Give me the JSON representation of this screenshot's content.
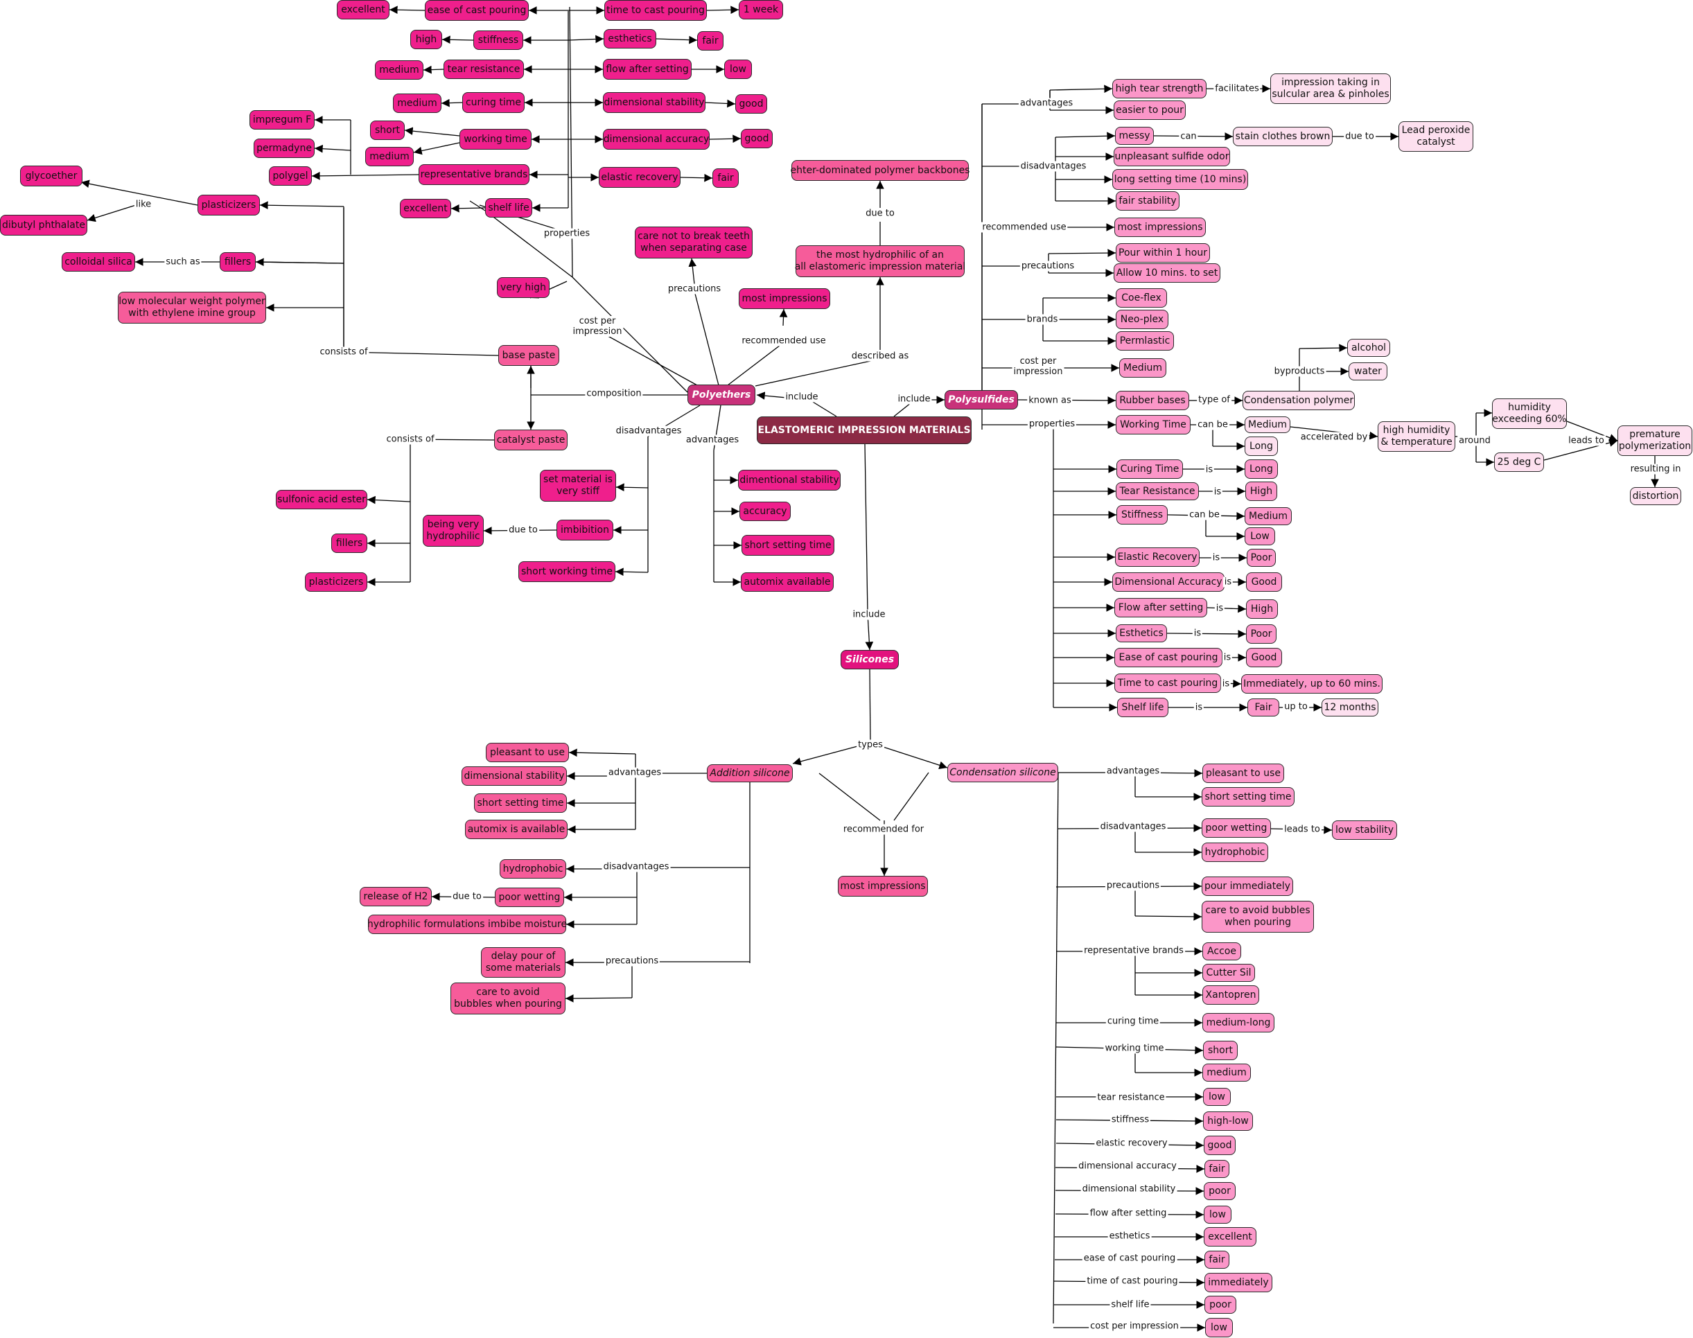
{
  "central": "ELASTOMERIC IMPRESSION MATERIALS",
  "links": {
    "include": "include",
    "composition": "composition",
    "consists_of": "consists of",
    "like": "like",
    "such_as": "such as",
    "properties": "properties",
    "cost_per_impression": "cost per\nimpression",
    "precautions": "precautions",
    "recommended_use": "recommended use",
    "described_as": "described as",
    "due_to": "due to",
    "disadvantages": "disadvantages",
    "advantages": "advantages",
    "brands": "brands",
    "known_as": "known as",
    "type_of": "type of",
    "byproducts": "byproducts",
    "can_be": "can be",
    "accelerated_by": "accelerated by",
    "around": "around",
    "leads_to": "leads to",
    "resulting_in": "resulting in",
    "is": "is",
    "up_to": "up to",
    "facilitates": "facilitates",
    "can": "can",
    "types": "types",
    "recommended_for": "recommended for",
    "representative_brands": "representative brands",
    "curing_time": "curing time",
    "working_time": "working time",
    "tear_resistance": "tear resistance",
    "stiffness": "stiffness",
    "elastic_recovery": "elastic recovery",
    "dimensional_accuracy": "dimensional accuracy",
    "dimensional_stability": "dimensional stability",
    "flow_after_setting": "flow after setting",
    "esthetics": "esthetics",
    "ease_of_cast_pouring": "ease of cast pouring",
    "time_of_cast_pouring": "time of cast pouring",
    "shelf_life": "shelf life",
    "cost_per_impression_l": "cost per impression"
  },
  "polyethers": {
    "title": "Polyethers",
    "base_paste": "base paste",
    "catalyst_paste": "catalyst paste",
    "plasticizers": "plasticizers",
    "glycoether": "glycoether",
    "dibutyl": "dibutyl phthalate",
    "fillers": "fillers",
    "colloidal_silica": "colloidal silica",
    "low_mw": "low molecular weight polymer\nwith ethylene imine group",
    "sulfonic": "sulfonic acid ester",
    "cat_fillers": "fillers",
    "cat_plasticizers": "plasticizers",
    "very_high": "very high",
    "care_teeth": "care not to break teeth\nwhen separating case",
    "most_impressions": "most impressions",
    "ehter": "ehter-dominated polymer backbones",
    "hydrophilic": "the most hydrophilic of an\nall elastomeric impression material",
    "set_stiff": "set material is\nvery stiff",
    "imbibition": "imbibition",
    "being_hydrophilic": "being very\nhydrophilic",
    "short_working": "short working time",
    "dim_stability": "dimentional stability",
    "accuracy": "accuracy",
    "short_setting": "short setting time",
    "automix": "automix available",
    "props": {
      "ease_cast": "ease of cast pouring",
      "excellent1": "excellent",
      "time_cast": "time to cast pouring",
      "week": "1 week",
      "stiffness": "stiffness",
      "high": "high",
      "esthetics": "esthetics",
      "fair1": "fair",
      "tear": "tear resistance",
      "medium1": "medium",
      "flow": "flow after setting",
      "low": "low",
      "curing": "curing time",
      "medium2": "medium",
      "dim_stab": "dimensional stability",
      "good1": "good",
      "working": "working time",
      "short": "short",
      "medium3": "medium",
      "dim_acc": "dimensional accuracy",
      "good2": "good",
      "brands": "representative brands",
      "impregum": "impregum F",
      "permadyne": "permadyne",
      "polygel": "polygel",
      "elastic": "elastic recovery",
      "fair2": "fair",
      "shelf": "shelf life",
      "excellent2": "excellent"
    }
  },
  "polysulfides": {
    "title": "Polysulfides",
    "high_tear": "high tear strength",
    "impression_taking": "impression taking in\nsulcular area & pinholes",
    "easier_pour": "easier to pour",
    "messy": "messy",
    "stain": "stain clothes brown",
    "lead_peroxide": "Lead peroxide\ncatalyst",
    "odor": "unpleasant sulfide odor",
    "long_setting": "long setting time (10 mins)",
    "fair_stability": "fair stability",
    "most_impressions": "most impressions",
    "pour_1h": "Pour within 1 hour",
    "allow_10": "Allow 10 mins. to set",
    "coeflex": "Coe-flex",
    "neoplex": "Neo-plex",
    "permlastic": "Permlastic",
    "medium": "Medium",
    "rubber": "Rubber bases",
    "condensation_polymer": "Condensation polymer",
    "alcohol": "alcohol",
    "water": "water",
    "working_time": "Working Time",
    "wt_medium": "Medium",
    "wt_long": "Long",
    "high_humidity": "high humidity\n& temperature",
    "humidity60": "humidity\nexceeding 60%",
    "deg25": "25 deg C",
    "premature": "premature\npolymerization",
    "distortion": "distortion",
    "curing": "Curing Time",
    "curing_v": "Long",
    "tear": "Tear Resistance",
    "tear_v": "High",
    "stiffness": "Stiffness",
    "stiff_medium": "Medium",
    "stiff_low": "Low",
    "elastic": "Elastic Recovery",
    "elastic_v": "Poor",
    "dim_acc": "Dimensional Accuracy",
    "dim_acc_v": "Good",
    "flow": "Flow after setting",
    "flow_v": "High",
    "esthetics": "Esthetics",
    "esthetics_v": "Poor",
    "ease": "Ease of cast pouring",
    "ease_v": "Good",
    "time_cast": "Time to cast pouring",
    "time_cast_v": "Immediately, up to 60 mins.",
    "shelf": "Shelf life",
    "shelf_v": "Fair",
    "months": "12 months"
  },
  "silicones": {
    "title": "Silicones",
    "most_impressions": "most impressions",
    "addition": {
      "title": "Addition silicone",
      "pleasant": "pleasant to use",
      "dim_stab": "dimensional stability",
      "short_setting": "short setting time",
      "automix": "automix is available",
      "hydrophobic": "hydrophobic",
      "poor_wetting": "poor wetting",
      "release_h2": "release of H2",
      "imbibe": "hydrophilic formulations imbibe moisture",
      "delay": "delay pour of\nsome materials",
      "care": "care to avoid\nbubbles when pouring"
    },
    "condensation": {
      "title": "Condensation silicone",
      "pleasant": "pleasant to use",
      "short_setting": "short setting time",
      "poor_wetting": "poor wetting",
      "low_stability": "low stability",
      "hydrophobic": "hydrophobic",
      "pour_imm": "pour immediately",
      "care": "care to avoid bubbles\nwhen pouring",
      "accoe": "Accoe",
      "cutter": "Cutter Sil",
      "xantopren": "Xantopren",
      "medium_long": "medium-long",
      "short": "short",
      "medium": "medium",
      "tear_v": "low",
      "stiff_v": "high-low",
      "elastic_v": "good",
      "dim_acc_v": "fair",
      "dim_stab_v": "poor",
      "flow_v": "low",
      "esth_v": "excellent",
      "ease_v": "fair",
      "time_v": "immediately",
      "shelf_v": "poor",
      "cost_v": "low"
    }
  },
  "colors": {
    "dark": "#ef1f8c",
    "medium": "#f65c9a",
    "light": "#fb96c8",
    "pale": "#fde0ef",
    "central": "#8c2a45"
  }
}
